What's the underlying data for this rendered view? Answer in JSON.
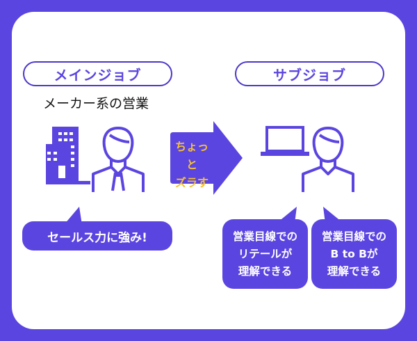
{
  "main_job": {
    "label": "メインジョブ",
    "description": "メーカー系の営業",
    "strength": "セールス力に強み!"
  },
  "arrow": {
    "line1": "ちょっと",
    "line2": "ズラす"
  },
  "sub_job": {
    "label": "サブジョブ",
    "benefits": [
      {
        "line1": "営業目線での",
        "line2": "リテールが",
        "line3": "理解できる"
      },
      {
        "line1": "営業目線での",
        "line2": "B to Bが",
        "line3": "理解できる"
      }
    ]
  },
  "colors": {
    "accent": "#5b45e0",
    "highlight": "#f5c033"
  }
}
